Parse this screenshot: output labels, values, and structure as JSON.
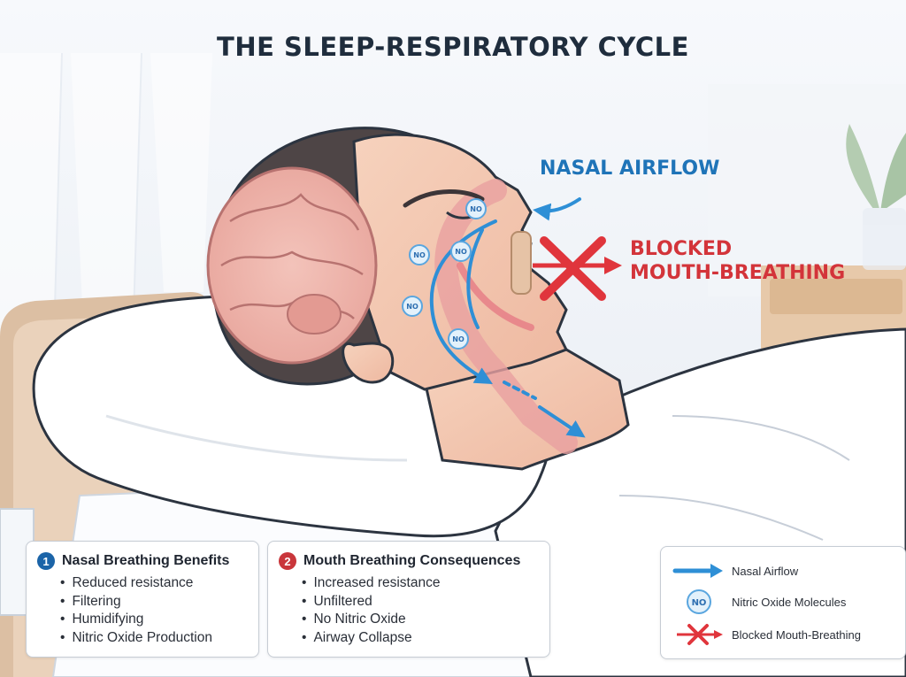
{
  "title": "THE SLEEP-RESPIRATORY CYCLE",
  "labels": {
    "nasal_airflow": "NASAL AIRFLOW",
    "blocked_line1": "BLOCKED",
    "blocked_line2": "MOUTH-BREATHING"
  },
  "molecule_label": "NO",
  "panels": {
    "nasal": {
      "number": "1",
      "title": "Nasal Breathing Benefits",
      "items": [
        "Reduced resistance",
        "Filtering",
        "Humidifying",
        "Nitric Oxide Production"
      ]
    },
    "mouth": {
      "number": "2",
      "title": "Mouth Breathing Consequences",
      "items": [
        "Increased resistance",
        "Unfiltered",
        "No Nitric Oxide",
        "Airway Collapse"
      ]
    }
  },
  "legend": {
    "nasal_airflow": "Nasal Airflow",
    "nitric_oxide": "Nitric Oxide Molecules",
    "nitric_oxide_symbol": "NO",
    "blocked": "Blocked Mouth-Breathing"
  },
  "colors": {
    "airflow_blue": "#2e8fd6",
    "blocked_red": "#e0353c",
    "title_navy": "#1f2d3d"
  }
}
